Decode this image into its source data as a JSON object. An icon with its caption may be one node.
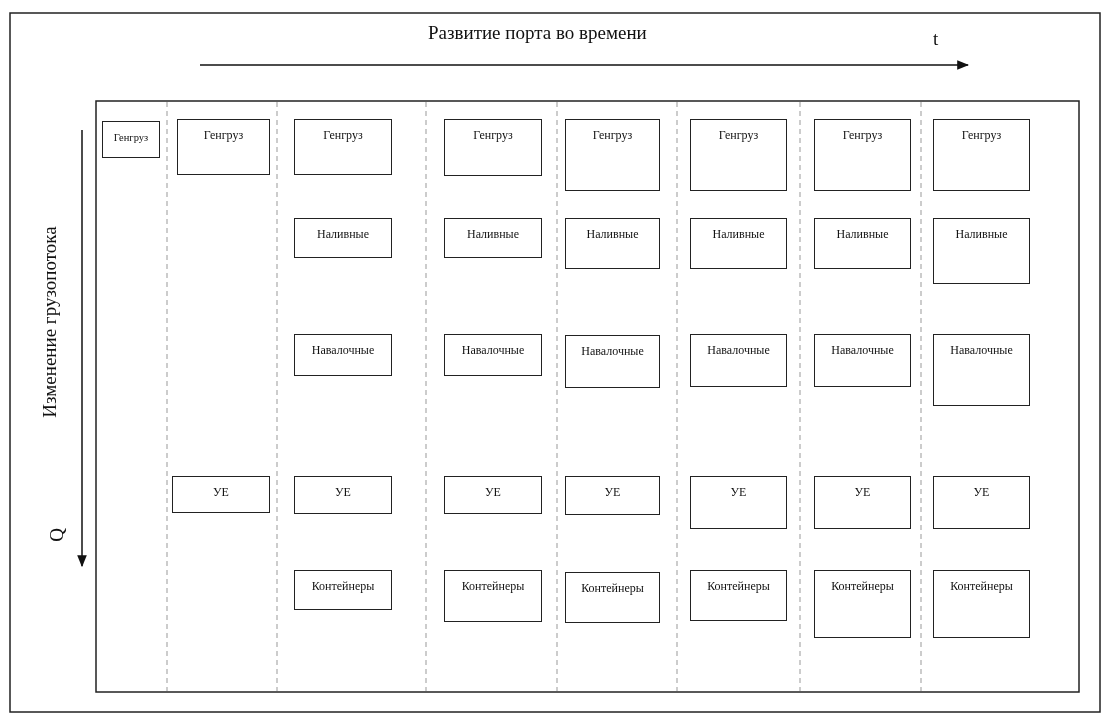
{
  "diagram": {
    "nodes": [
      {
        "text": [
          "Генгруз"
        ]
      },
      {
        "text": [
          "Генгруз"
        ]
      },
      {
        "text": [
          "Генгруз"
        ]
      },
      {
        "text": [
          "Генгруз"
        ]
      },
      {
        "text": [
          "Генгруз"
        ]
      },
      {
        "text": [
          "Генгруз"
        ]
      },
      {
        "text": [
          "Генгруз"
        ]
      },
      {
        "text": [
          "Генгруз"
        ]
      },
      {
        "text": [
          "Наливные"
        ]
      },
      {
        "text": [
          "Наливные"
        ]
      },
      {
        "text": [
          "Наливные"
        ]
      },
      {
        "text": [
          "Наливные"
        ]
      },
      {
        "text": [
          "Наливные"
        ]
      },
      {
        "text": [
          "Наливные"
        ]
      },
      {
        "text": [
          "Навалочные"
        ]
      },
      {
        "text": [
          "Навалочные"
        ]
      },
      {
        "text": [
          "Навалочные"
        ]
      },
      {
        "text": [
          "Навалочные"
        ]
      },
      {
        "text": [
          "Навалочные"
        ]
      },
      {
        "text": [
          "Навалочные"
        ]
      },
      {
        "text": [
          "УЕ"
        ]
      },
      {
        "text": [
          "УЕ"
        ]
      },
      {
        "text": [
          "УЕ"
        ]
      },
      {
        "text": [
          "УЕ"
        ]
      },
      {
        "text": [
          "УЕ"
        ]
      },
      {
        "text": [
          "УЕ"
        ]
      },
      {
        "text": [
          "УЕ"
        ]
      },
      {
        "text": [
          "Контейнеры"
        ]
      },
      {
        "text": [
          "Контейнеры"
        ]
      },
      {
        "text": [
          "Контейнеры"
        ]
      },
      {
        "text": [
          "Контейнеры"
        ]
      },
      {
        "text": [
          "Контейнеры"
        ]
      },
      {
        "text": [
          "Контейнеры"
        ]
      }
    ],
    "edges": [],
    "labels": [
      "Развитие порта во времени",
      "t",
      "Изменение грузопотока",
      "Q"
    ]
  }
}
